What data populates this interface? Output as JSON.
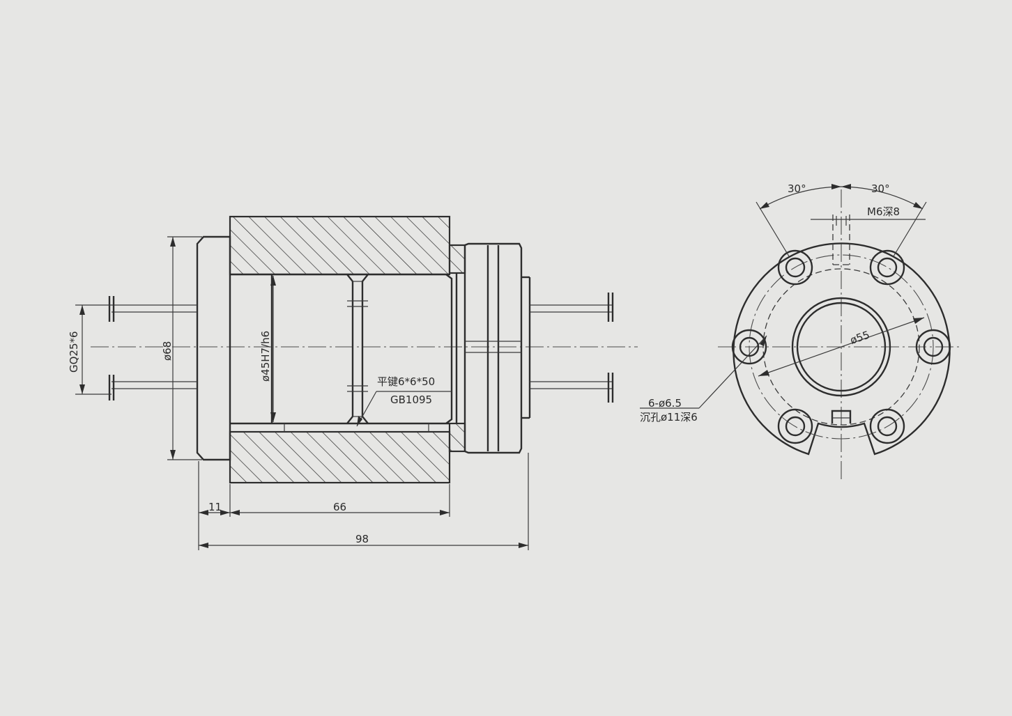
{
  "drawing": {
    "section_view": {
      "dims": {
        "flange_width": "11",
        "body_length": "66",
        "overall_length": "98",
        "flange_diameter": "ø68",
        "bore_fit": "ø45H7/h6",
        "pipe_thread": "GQ25*6"
      },
      "key_note": {
        "line1": "平键6*6*50",
        "line2": "GB1095"
      }
    },
    "end_view": {
      "angle_left": "30°",
      "angle_right": "30°",
      "thread_note": "M6深8",
      "bore_diameter": "ø55",
      "hole_note": {
        "line1": "6-ø6.5",
        "line2": "沉孔ø11深6"
      }
    }
  }
}
